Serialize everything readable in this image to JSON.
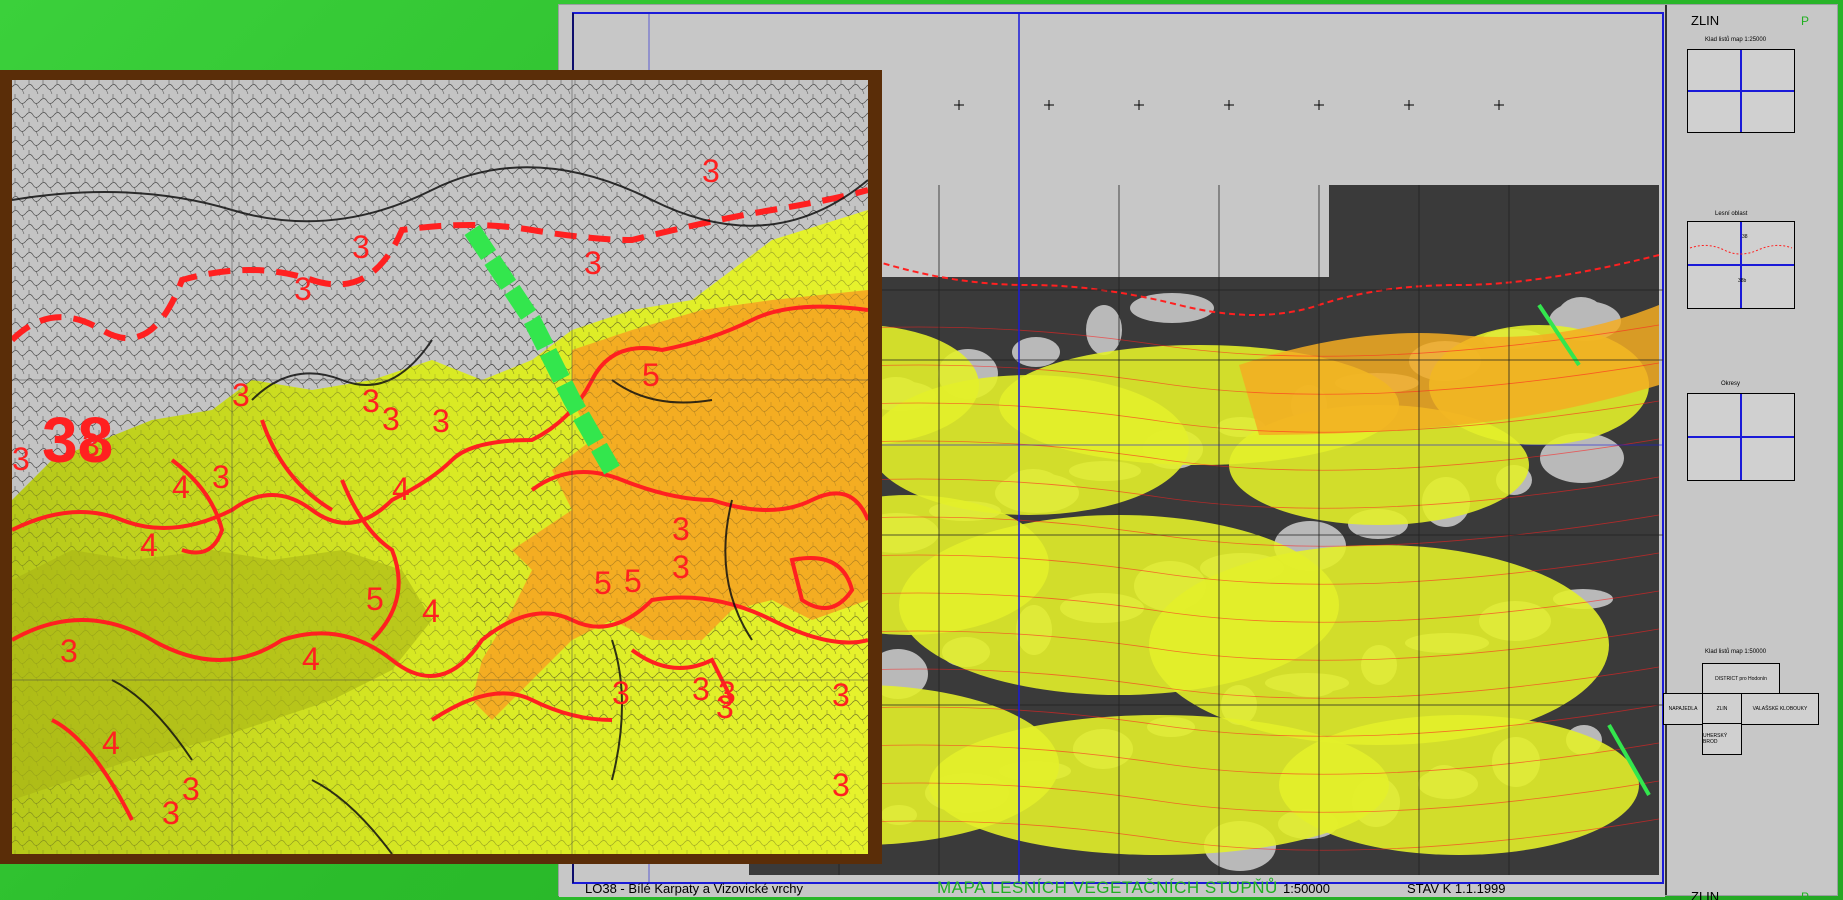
{
  "map": {
    "sheet_code_name": "LO38 - Bílé Karpaty a Vizovické vrchy",
    "title": "MAPA LESNÍCH VEGETAČNÍCH STUPŇŮ",
    "scale": "1:50000",
    "state": "STAV K 1.1.1999",
    "region_top": "ZLIN",
    "region_bottom": "ZLIN",
    "corner_letter_top": "P",
    "corner_letter_bottom": "P",
    "region_number": "38",
    "legend_captions": [
      "Klad listů map 1:25000",
      "Lesní oblast",
      "Okresy",
      "Klad listů map 1:50000"
    ],
    "adjacent_districts": [
      "DISTRICT pro Hodonín",
      "NAPAJEDLA",
      "ZLIN",
      "VALAŠSKÉ KLOBOUKY",
      "UHERSKÝ BROD"
    ]
  },
  "inset": {
    "zone_labels": [
      "3",
      "3",
      "3",
      "3",
      "3",
      "3",
      "3",
      "3",
      "3",
      "3",
      "4",
      "3",
      "4",
      "4",
      "3",
      "5",
      "5",
      "3",
      "5",
      "4",
      "3",
      "4",
      "5",
      "3",
      "3",
      "3",
      "3",
      "3",
      "3",
      "4",
      "3",
      "3"
    ]
  },
  "colors": {
    "background": "#2ec12e",
    "forest_zone_3": "#e3f02a",
    "forest_zone_4": "#bdd21c",
    "forest_zone_5": "#f4ad22",
    "boundary_red": "#ff2020",
    "grid_blue": "#1a1ad8",
    "frame_brown": "#5a2d08",
    "stream_green": "#33e64d"
  }
}
